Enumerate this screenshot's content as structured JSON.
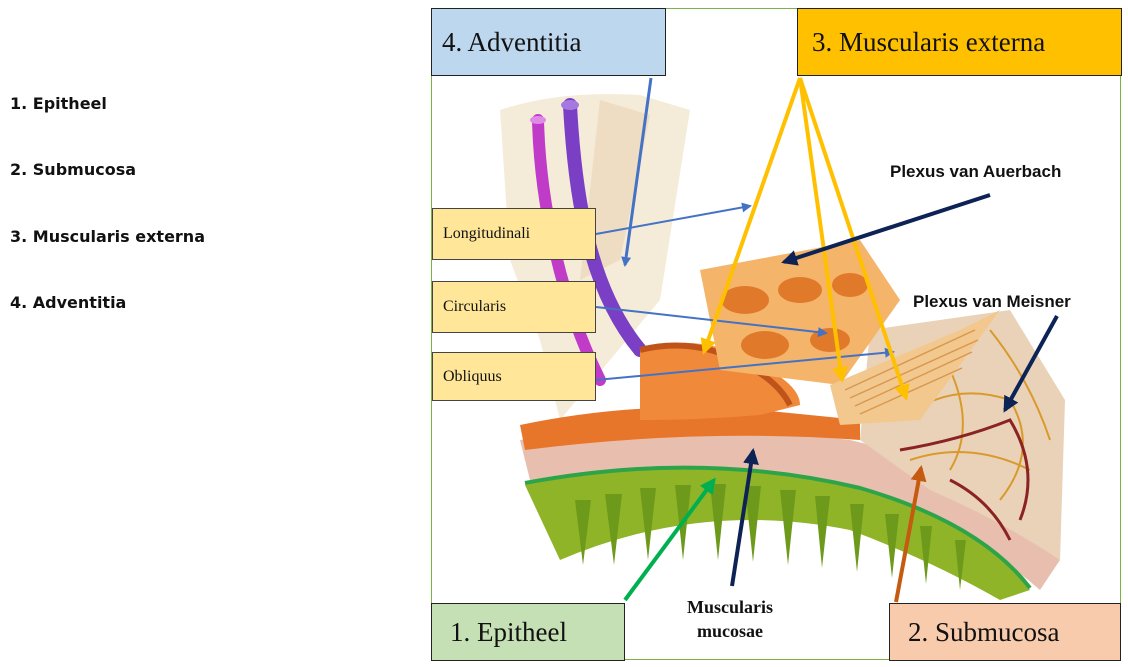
{
  "legend": {
    "items": [
      "1. Epitheel",
      "2. Submucosa",
      "3. Muscularis externa",
      "4. Adventitia"
    ]
  },
  "boxes": {
    "adventitia": "4. Adventitia",
    "muscularis_externa": "3. Muscularis externa",
    "epitheel": "1. Epitheel",
    "submucosa": "2. Submucosa"
  },
  "muscle_layers": {
    "longitudinalis": "Longitudinali",
    "circularis": "Circularis",
    "obliquus": "Obliquus"
  },
  "labels": {
    "plexus_auerbach": "Plexus van Auerbach",
    "plexus_meisner": "Plexus van Meisner",
    "muscularis_mucosae_line1": "Muscularis",
    "muscularis_mucosae_line2": "mucosae"
  },
  "colors": {
    "adventitia_box": "#bdd7ee",
    "muscularis_box": "#ffc000",
    "epitheel_box": "#c5e0b4",
    "submucosa_box": "#f8cbad",
    "muscle_label_box": "#ffe699",
    "arrow_blue": "#4472c4",
    "arrow_yellow": "#ffc000",
    "arrow_navy": "#0d2356",
    "arrow_green": "#00b050",
    "arrow_brown": "#c55a11",
    "frame_green": "#7cb342"
  }
}
